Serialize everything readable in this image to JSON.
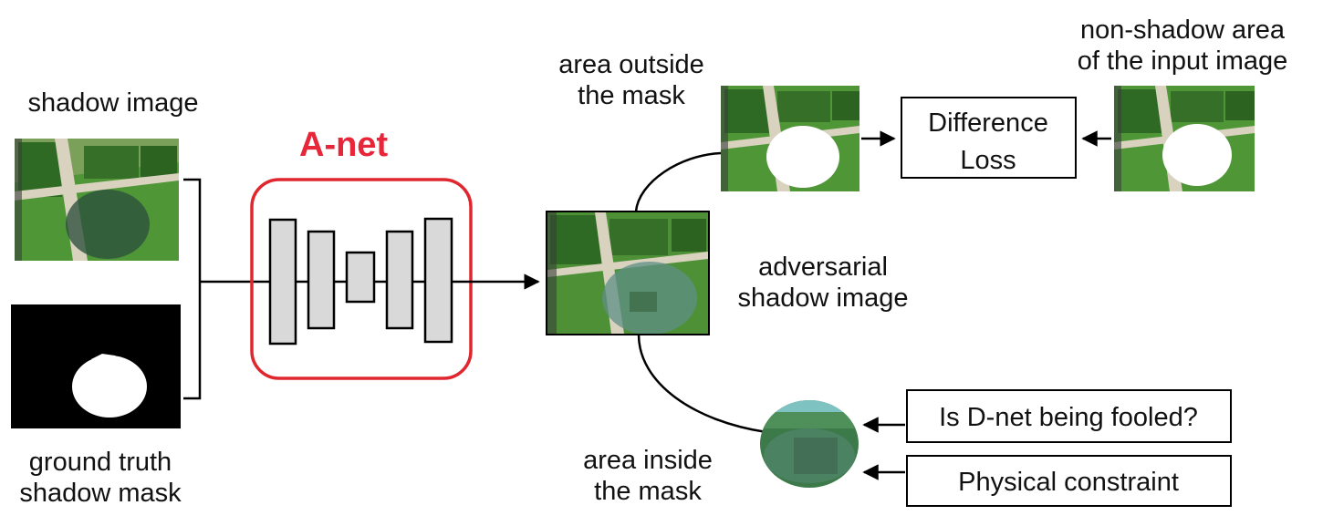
{
  "colors": {
    "accent_red": "#e0262f",
    "title_red": "#e8263a",
    "layer_fill": "#d9d9d9",
    "grass": "#4d8f35",
    "hedge": "#2f6a24",
    "path": "#d8d2bf",
    "shadow_tint": "#5f8f86"
  },
  "labels": {
    "shadow_image": "shadow image",
    "gt_mask": [
      "ground truth",
      "shadow mask"
    ],
    "anet_title": "A-net",
    "area_outside": [
      "area outside",
      "the mask"
    ],
    "non_shadow": [
      "non-shadow area",
      "of the input image"
    ],
    "adversarial": [
      "adversarial",
      "shadow image"
    ],
    "area_inside": [
      "area inside",
      "the mask"
    ]
  },
  "boxes": {
    "difference_loss": [
      "Difference",
      "Loss"
    ],
    "dnet_fooled": "Is D-net being fooled?",
    "physical_constraint": "Physical constraint"
  }
}
